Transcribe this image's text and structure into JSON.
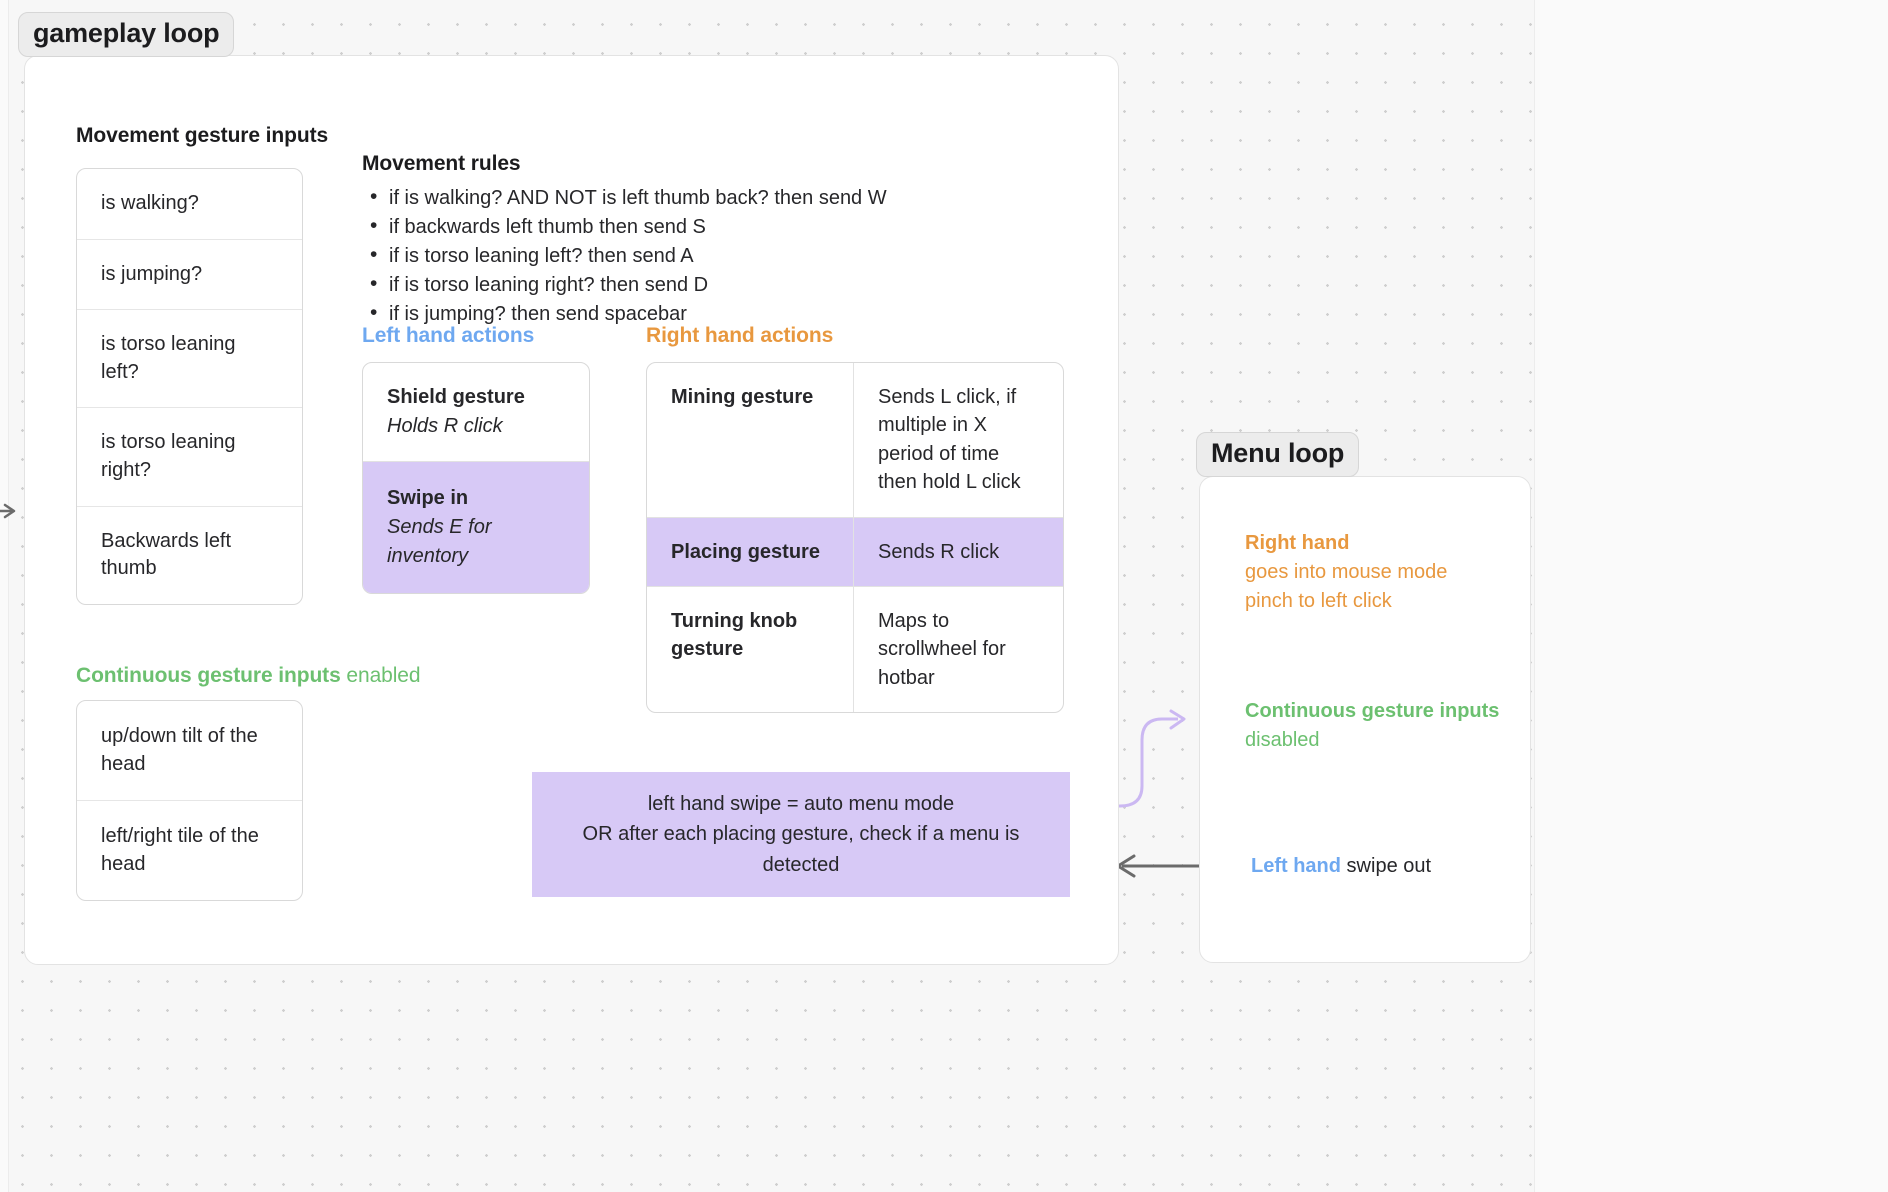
{
  "colors": {
    "purple_fill": "#d7c9f6",
    "blue": "#6ea8f0",
    "orange": "#e8983f",
    "green": "#6cc070",
    "text": "#27272a",
    "connector_purple": "#cbb8f2",
    "connector_gray": "#6b6b6b"
  },
  "frames": {
    "gameplay": {
      "label": "gameplay loop"
    },
    "menu": {
      "label": "Menu loop"
    }
  },
  "movement_inputs": {
    "heading": "Movement gesture inputs",
    "items": [
      "is walking?",
      "is jumping?",
      "is torso leaning left?",
      "is torso leaning right?",
      "Backwards left thumb"
    ]
  },
  "movement_rules": {
    "heading": "Movement rules",
    "rules": [
      "if is walking? AND NOT is left thumb back? then send W",
      "if backwards left thumb then send S",
      "if is torso leaning left? then send A",
      "if is torso leaning right? then send D",
      "if is jumping? then send spacebar"
    ]
  },
  "left_hand": {
    "heading": "Left hand actions",
    "rows": [
      {
        "title": "Shield gesture",
        "subtitle": "Holds R click",
        "highlighted": false
      },
      {
        "title": "Swipe in",
        "subtitle": "Sends E for inventory",
        "highlighted": true
      }
    ]
  },
  "right_hand": {
    "heading": "Right hand actions",
    "rows": [
      {
        "gesture": "Mining gesture",
        "action": "Sends L click, if multiple in X period of time then hold L click",
        "highlighted": false
      },
      {
        "gesture": "Placing gesture",
        "action": "Sends R click",
        "highlighted": true
      },
      {
        "gesture": "Turning knob gesture",
        "action": "Maps to scrollwheel for hotbar",
        "highlighted": false
      }
    ]
  },
  "continuous_inputs": {
    "heading": "Continuous gesture inputs",
    "state": "enabled",
    "items": [
      "up/down tilt of the head",
      "left/right tile of the head"
    ]
  },
  "callout": {
    "line1": "left hand swipe = auto menu mode",
    "line2": "OR after each placing gesture, check if a menu is detected"
  },
  "menu_loop": {
    "right_hand_title": "Right hand",
    "right_hand_line1": "goes into mouse mode",
    "right_hand_line2": "pinch to left click",
    "continuous_title": "Continuous gesture inputs",
    "continuous_state": "disabled",
    "exit_bold": "Left hand",
    "exit_rest": " swipe out"
  }
}
